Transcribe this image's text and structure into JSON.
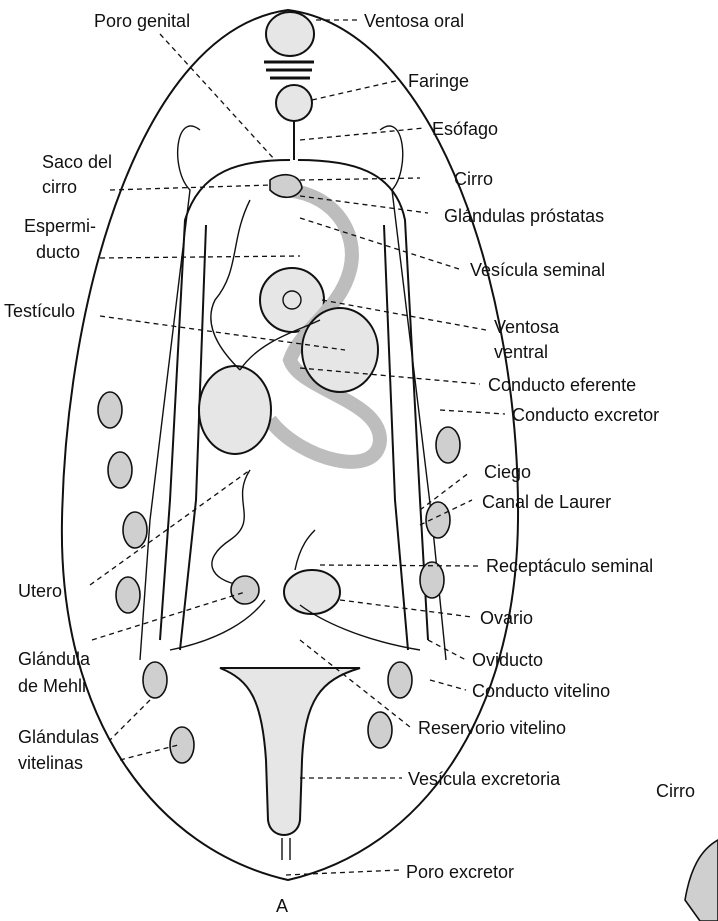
{
  "figure": {
    "letter": "A",
    "labels": {
      "poro_genital": "Poro genital",
      "ventosa_oral": "Ventosa oral",
      "faringe": "Faringe",
      "esofago": "Esófago",
      "saco_cirro_1": "Saco del",
      "saco_cirro_2": "cirro",
      "cirro": "Cirro",
      "glandulas_prostatas": "Glándulas próstatas",
      "espermiducto_1": "Espermi-",
      "espermiducto_2": "ducto",
      "vesicula_seminal": "Vesícula seminal",
      "testiculo": "Testículo",
      "ventosa_ventral_1": "Ventosa",
      "ventosa_ventral_2": "ventral",
      "conducto_eferente": "Conducto eferente",
      "conducto_excretor": "Conducto excretor",
      "ciego": "Ciego",
      "canal_laurer": "Canal de Laurer",
      "utero": "Utero",
      "receptaculo_seminal": "Receptáculo seminal",
      "ovario": "Ovario",
      "glandula_mehli_1": "Glándula",
      "glandula_mehli_2": "de Mehli",
      "oviducto": "Oviducto",
      "conducto_vitelino": "Conducto vitelino",
      "glandulas_vitelinas_1": "Glándulas",
      "glandulas_vitelinas_2": "vitelinas",
      "reservorio_vitelino": "Reservorio vitelino",
      "vesicula_excretoria": "Vesícula excretoria",
      "poro_excretor": "Poro excretor",
      "cirro_inset": "Cirro"
    }
  }
}
